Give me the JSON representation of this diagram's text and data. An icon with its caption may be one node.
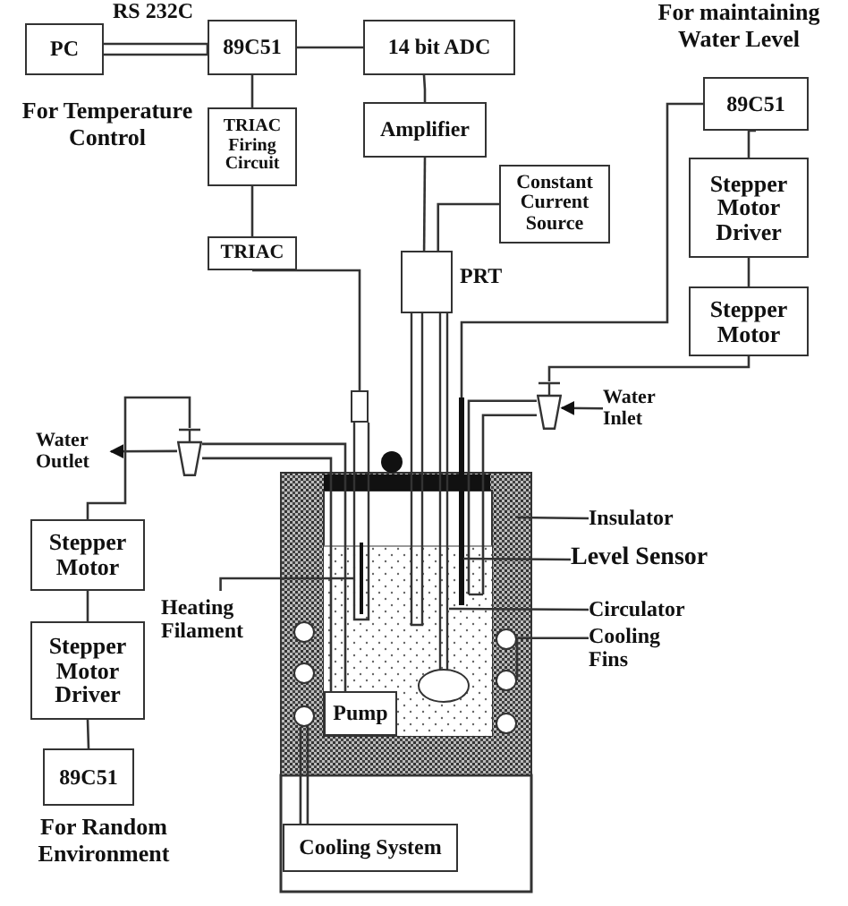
{
  "diagram": {
    "nodes": [
      {
        "text": [
          "PC"
        ]
      },
      {
        "text": [
          "89C51"
        ]
      },
      {
        "text": [
          "14 bit ADC"
        ]
      },
      {
        "text": [
          "TRIAC Firing Circuit"
        ]
      },
      {
        "text": [
          "TRIAC"
        ]
      },
      {
        "text": [
          "Amplifier"
        ]
      },
      {
        "text": [
          "Constant Current Source"
        ]
      },
      {
        "text": [
          "PRT"
        ]
      },
      {
        "text": [
          "89C51"
        ]
      },
      {
        "text": [
          "Stepper Motor Driver"
        ]
      },
      {
        "text": [
          "Stepper Motor"
        ]
      },
      {
        "text": [
          "Stepper Motor"
        ]
      },
      {
        "text": [
          "Stepper Motor Driver"
        ]
      },
      {
        "text": [
          "89C51"
        ],
        "beside": [
          "For Random Environment"
        ]
      },
      {
        "text": [
          "Pump"
        ]
      },
      {
        "text": [
          "Cooling System"
        ]
      },
      {
        "text": [
          "Water Inlet"
        ]
      },
      {
        "text": [
          "Water Outlet"
        ]
      },
      {
        "text": [
          "Heating Filament"
        ]
      },
      {
        "text": [
          "Insulator"
        ]
      },
      {
        "text": [
          "Level Sensor"
        ]
      },
      {
        "text": [
          "Circulator"
        ]
      },
      {
        "text": [
          "Cooling Fins"
        ]
      },
      {
        "text": [],
        "shape": "box"
      },
      {
        "text": [],
        "shape": "valve"
      },
      {
        "text": [],
        "shape": "valve"
      },
      {
        "text": [],
        "shape": "circle"
      },
      {
        "text": [],
        "shape": "circle"
      },
      {
        "text": [],
        "shape": "circle"
      },
      {
        "text": [],
        "shape": "circle"
      },
      {
        "text": [],
        "shape": "circle"
      },
      {
        "text": [],
        "shape": "circle"
      }
    ],
    "edges": [
      {
        "from": 0,
        "to": 1,
        "arrow": "none",
        "label": "RS 232C"
      },
      {
        "from": 1,
        "to": 2,
        "arrow": "none"
      },
      {
        "from": 1,
        "to": 3,
        "arrow": "none"
      },
      {
        "from": 3,
        "to": 4,
        "arrow": "none"
      },
      {
        "from": 4,
        "to": 23,
        "arrow": "none"
      },
      {
        "from": 2,
        "to": 5,
        "arrow": "none"
      },
      {
        "from": 5,
        "to": 7,
        "arrow": "none"
      },
      {
        "from": 6,
        "to": 7,
        "arrow": "none"
      },
      {
        "from": 8,
        "to": 9,
        "arrow": "none"
      },
      {
        "from": 9,
        "to": 10,
        "arrow": "none"
      },
      {
        "from": 10,
        "to": 25,
        "arrow": "none"
      },
      {
        "from": 8,
        "to": null,
        "arrow": "none"
      },
      {
        "from": 11,
        "to": 12,
        "arrow": "none"
      },
      {
        "from": 12,
        "to": 13,
        "arrow": "none"
      },
      {
        "from": 11,
        "to": 24,
        "arrow": "none"
      },
      {
        "from": 16,
        "to": 25,
        "arrow": "to"
      },
      {
        "from": 24,
        "to": 17,
        "arrow": "to"
      },
      {
        "from": 18,
        "to": null,
        "arrow": "none"
      },
      {
        "from": 19,
        "to": null,
        "arrow": "none"
      },
      {
        "from": 20,
        "to": null,
        "arrow": "none"
      },
      {
        "from": 21,
        "to": null,
        "arrow": "none"
      },
      {
        "from": 22,
        "to": 30,
        "arrow": "none"
      },
      {
        "from": 28,
        "to": 15,
        "arrow": "none"
      },
      {
        "from": 24,
        "to": 14,
        "arrow": "none"
      },
      {
        "from": 25,
        "to": null,
        "arrow": "none"
      }
    ],
    "labels": [
      "For maintaining Water Level",
      "For Temperature Control"
    ]
  }
}
